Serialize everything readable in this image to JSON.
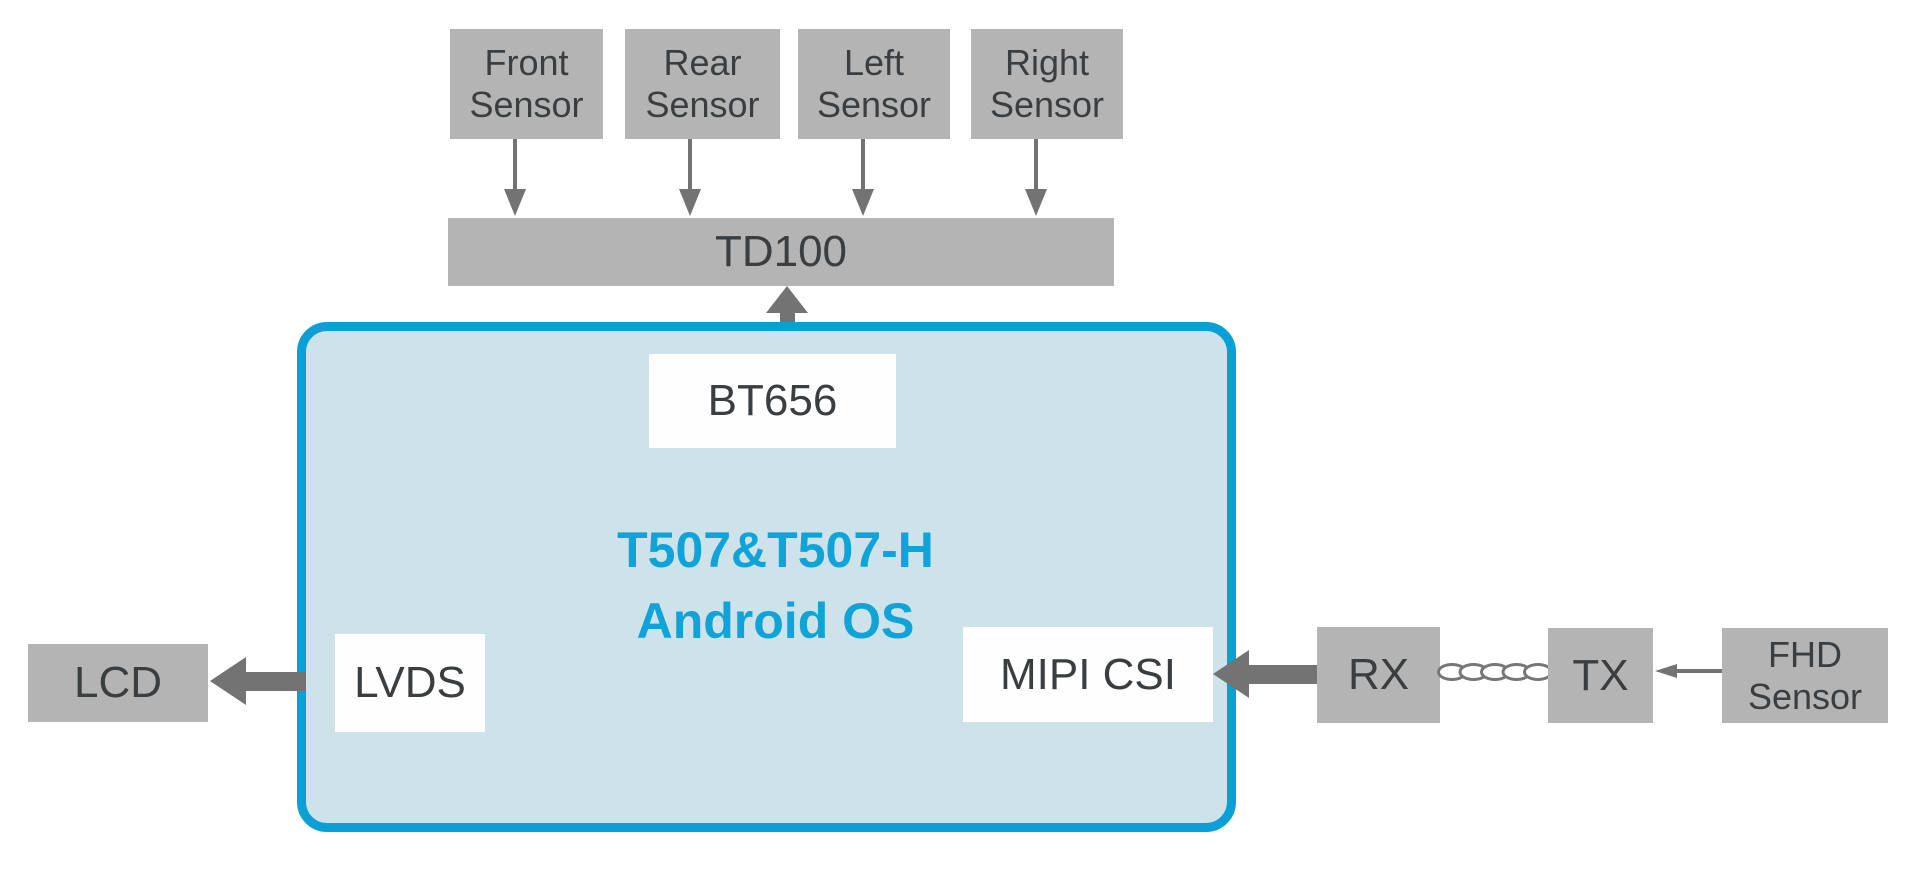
{
  "colors": {
    "canvas-bg": "#ffffff",
    "box-gray": "#b4b4b4",
    "box-text": "#3b3e40",
    "arrow-gray": "#737373",
    "chain-gray": "#777777",
    "accent-blue": "#0aa0d6",
    "soc-fill": "#cee3e9",
    "title-blue": "#10a3d8",
    "white-box": "#fefefe"
  },
  "top_sensors": {
    "items": [
      {
        "label": "Front Sensor"
      },
      {
        "label": "Rear Sensor"
      },
      {
        "label": "Left Sensor"
      },
      {
        "label": "Right Sensor"
      }
    ]
  },
  "td100": {
    "label": "TD100"
  },
  "soc": {
    "interface_bt656": "BT656",
    "title_line1": "T507&T507-H",
    "title_line2": "Android OS",
    "interface_lvds": "LVDS",
    "interface_mipi": "MIPI CSI"
  },
  "display": {
    "label": "LCD"
  },
  "serdes": {
    "rx_label": "RX",
    "tx_label": "TX"
  },
  "fhd_sensor": {
    "label": "FHD Sensor"
  }
}
